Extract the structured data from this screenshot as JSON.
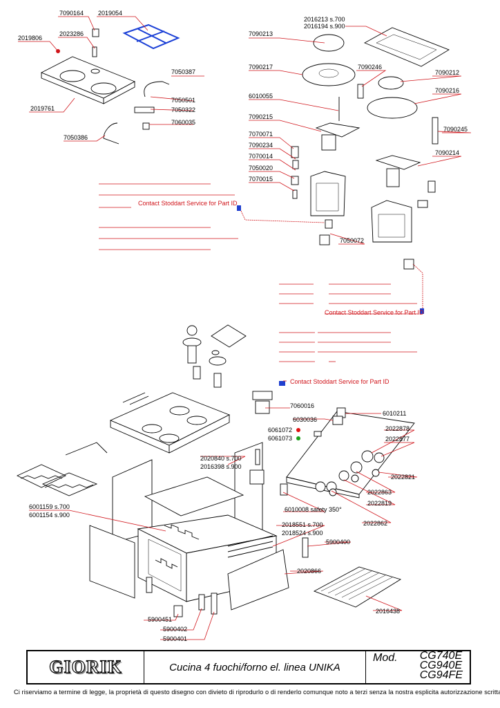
{
  "labels": {
    "p7090164": "7090164",
    "p2019054": "2019054",
    "p2023286": "2023286",
    "p2019806": "2019806",
    "p7050387": "7050387",
    "p7050501": "7050501",
    "p7050322": "7050322",
    "p7060035": "7060035",
    "p2019761": "2019761",
    "p7050386": "7050386",
    "p2016213": "2016213  s.700",
    "p2016194": "2016194  s.900",
    "p7090213": "7090213",
    "p7090217": "7090217",
    "p7090246": "7090246",
    "p7090212": "7090212",
    "p7090216": "7090216",
    "p6010055": "6010055",
    "p7090215": "7090215",
    "p7070071": "7070071",
    "p7090234": "7090234",
    "p7070014": "7070014",
    "p7050020": "7050020",
    "p7070015": "7070015",
    "p7090245": "7090245",
    "p7090214": "7090214",
    "p7050072": "7050072",
    "p7060016": "7060016",
    "p6010211": "6010211",
    "p6030036": "6030036",
    "p6061072": "6061072",
    "p6061073": "6061073",
    "p2022878": "2022878",
    "p2022877": "2022877",
    "p2022821": "2022821",
    "p2020840": "2020840  s.700",
    "p2016398": "2016398  s.900",
    "p2022863": "2022863",
    "p2022819": "2022819",
    "p2022862": "2022862",
    "p6010008": "6010008 safety 350°",
    "p6001159": "6001159  s.700",
    "p6001154": "6001154  s.900",
    "p2018551": "2018551  s.700",
    "p2018524": "2018524  s.900",
    "p5900400": "5900400",
    "p2020866": "2020866",
    "p2016438": "2016438",
    "p5900451": "5900451",
    "p5900402": "5900402",
    "p5900401": "5900401"
  },
  "contact_text": "Contact Stoddart Service for Part ID",
  "colors": {
    "accent": "#d0141a",
    "grate": "#1a3fd6",
    "marker_blue": "#1f3fcf",
    "led_red": "#e01010",
    "led_green": "#1aa01a"
  },
  "title_block": {
    "logo": "GIORIK",
    "description": "Cucina 4 fuochi/forno el. linea UNIKA",
    "model_label": "Mod.",
    "models": [
      "CG740E",
      "CG940E",
      "CG94FE"
    ]
  },
  "footer": "Ci riserviamo a termine di legge, la proprietà di questo disegno con divieto di riprodurlo o di renderlo comunque noto a terzi senza la nostra esplicita autorizzazione scritta"
}
